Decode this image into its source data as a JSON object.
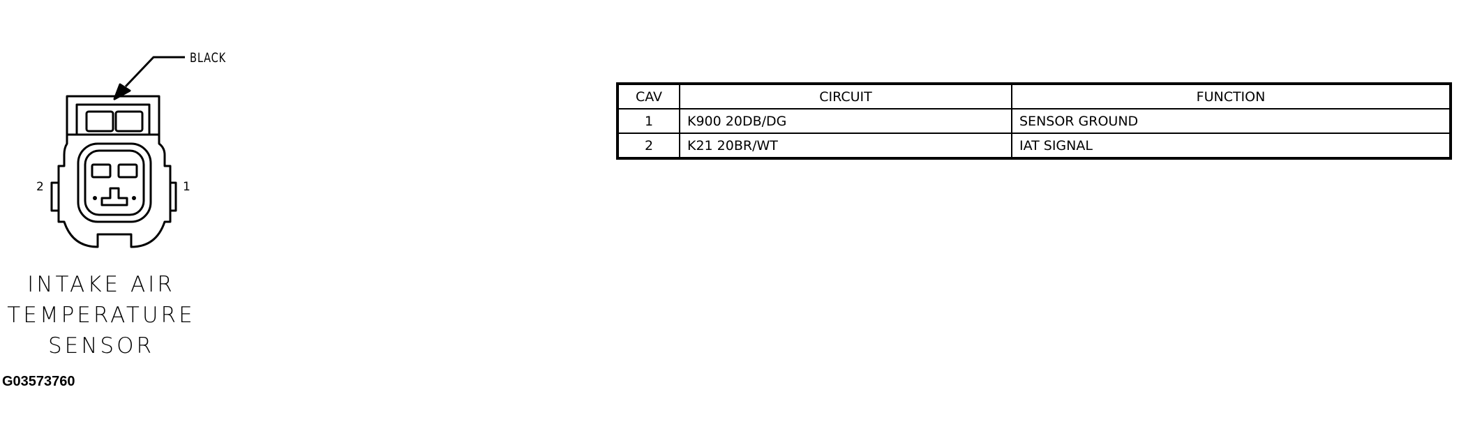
{
  "connector": {
    "color_label": "BLACK",
    "pin_left": "2",
    "pin_right": "1",
    "name_lines": [
      "INTAKE AIR",
      "TEMPERATURE",
      "SENSOR"
    ],
    "figure_id": "G03573760"
  },
  "pinout_table": {
    "headers": [
      "CAV",
      "CIRCUIT",
      "FUNCTION"
    ],
    "rows": [
      {
        "cav": "1",
        "circuit": "K900 20DB/DG",
        "function": "SENSOR GROUND"
      },
      {
        "cav": "2",
        "circuit": "K21 20BR/WT",
        "function": "IAT SIGNAL"
      }
    ]
  }
}
